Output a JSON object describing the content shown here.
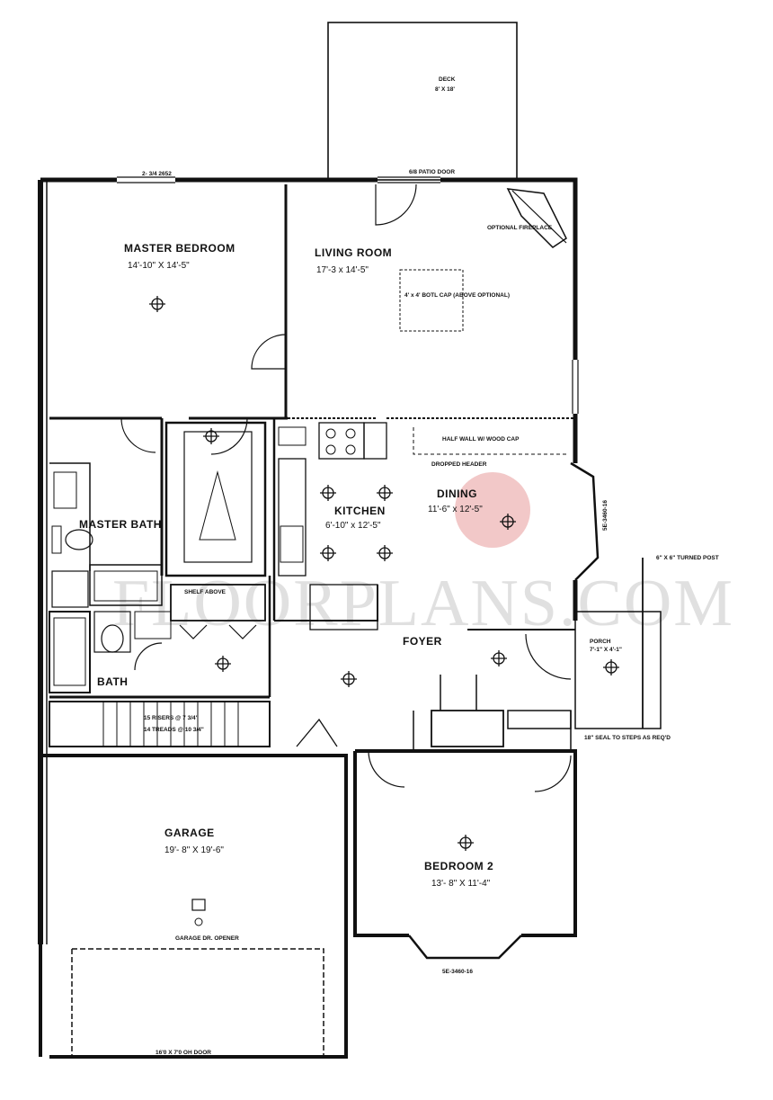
{
  "rooms": {
    "deck": {
      "name": "DECK",
      "size": "8' X 18'"
    },
    "master_bedroom": {
      "name": "MASTER BEDROOM",
      "size": "14'-10\" X 14'-5\""
    },
    "living_room": {
      "name": "LIVING ROOM",
      "size": "17'-3 x 14'-5\""
    },
    "master_bath": {
      "name": "MASTER BATH"
    },
    "kitchen": {
      "name": "KITCHEN",
      "size": "6'-10\" x 12'-5\""
    },
    "dining": {
      "name": "DINING",
      "size": "11'-6\" x 12'-5\""
    },
    "foyer": {
      "name": "FOYER"
    },
    "bath": {
      "name": "BATH"
    },
    "porch": {
      "name": "PORCH",
      "size": "7'-1\" X 4'-1\""
    },
    "garage": {
      "name": "GARAGE",
      "size": "19'- 8\" X 19'-6\""
    },
    "bedroom2": {
      "name": "BEDROOM 2",
      "size": "13'- 8\" X 11'-4\""
    }
  },
  "notes": {
    "window_top": "2- 3/4 2652",
    "patio_door": "6/8 PATIO DOOR",
    "fireplace": "OPTIONAL FIREPLACE",
    "attic": "4' x 4' BOTL CAP (ABOVE OPTIONAL)",
    "half_wall": "HALF WALL W/ WOOD CAP",
    "dropped_header": "DROPPED HEADER",
    "stairs1": "15 RISERS @ 7 3/4\"",
    "stairs2": "14 TREADS @ 10 3/4\"",
    "porch_post": "6\" X 6\" TURNED POST",
    "steps": "18\" SEAL TO STEPS AS REQ'D",
    "garage_door": "16'0 X 7'0 OH DOOR",
    "garage_opener": "GARAGE DR. OPENER",
    "bay_window_bed": "5E-3460-16",
    "bay_window_dining": "5E-3460-16",
    "shelf": "SHELF ABOVE"
  },
  "watermark": "FLOORPLANS.COM"
}
